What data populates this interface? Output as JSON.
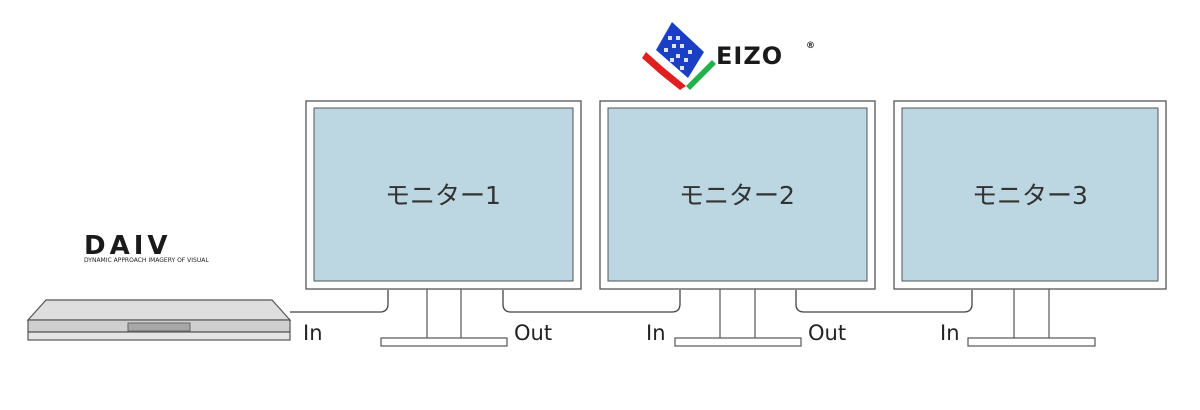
{
  "logos": {
    "eizo": {
      "text": "EIZO",
      "registered": "®"
    },
    "daiv": {
      "text": "DAIV",
      "tagline": "DYNAMIC APPROACH IMAGERY OF VISUAL"
    }
  },
  "monitors": [
    {
      "label": "モニター1"
    },
    {
      "label": "モニター2"
    },
    {
      "label": "モニター3"
    }
  ],
  "ports": {
    "in1": "In",
    "out1": "Out",
    "in2": "In",
    "out2": "Out",
    "in3": "In"
  },
  "colors": {
    "screen_fill": "#bcd6e2",
    "bezel_stroke": "#555555",
    "cable": "#444444",
    "pc_body": "#cfcfcf",
    "eizo_blue": "#1a3fc4",
    "eizo_red": "#e02020",
    "eizo_green": "#22b24c"
  }
}
